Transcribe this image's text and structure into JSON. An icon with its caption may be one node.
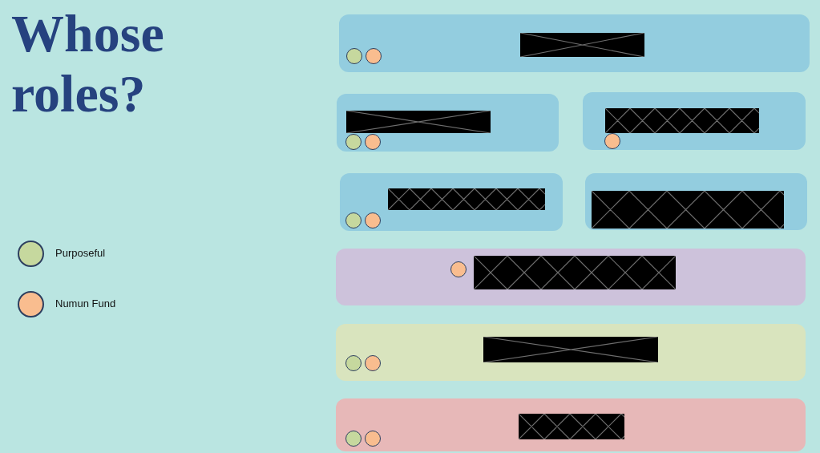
{
  "diagram": {
    "title": "Whose roles?",
    "nodes": [
      {
        "text": [],
        "shape": "box"
      },
      {
        "text": [],
        "shape": "circle",
        "in": 0
      },
      {
        "text": [],
        "shape": "circle",
        "in": 0
      },
      {
        "text": [],
        "shape": "box"
      },
      {
        "text": [],
        "shape": "circle",
        "in": 3
      },
      {
        "text": [],
        "shape": "circle",
        "in": 3
      },
      {
        "text": [],
        "shape": "box"
      },
      {
        "text": [],
        "shape": "circle",
        "in": 6
      },
      {
        "text": [],
        "shape": "box"
      },
      {
        "text": [],
        "shape": "circle",
        "in": 8
      },
      {
        "text": [],
        "shape": "circle",
        "in": 8
      },
      {
        "text": [],
        "shape": "box"
      },
      {
        "text": [],
        "shape": "box"
      },
      {
        "text": [],
        "shape": "circle",
        "in": 12
      },
      {
        "text": [],
        "shape": "box"
      },
      {
        "text": [],
        "shape": "circle",
        "in": 14
      },
      {
        "text": [],
        "shape": "circle",
        "in": 14
      },
      {
        "text": [],
        "shape": "box"
      },
      {
        "text": [],
        "shape": "circle",
        "in": 17
      },
      {
        "text": [],
        "shape": "circle",
        "in": 17
      }
    ],
    "legend": [
      {
        "text": "Purposeful",
        "color": "#c6d89e"
      },
      {
        "text": "Numun Fund",
        "color": "#f9bd8f"
      }
    ]
  }
}
